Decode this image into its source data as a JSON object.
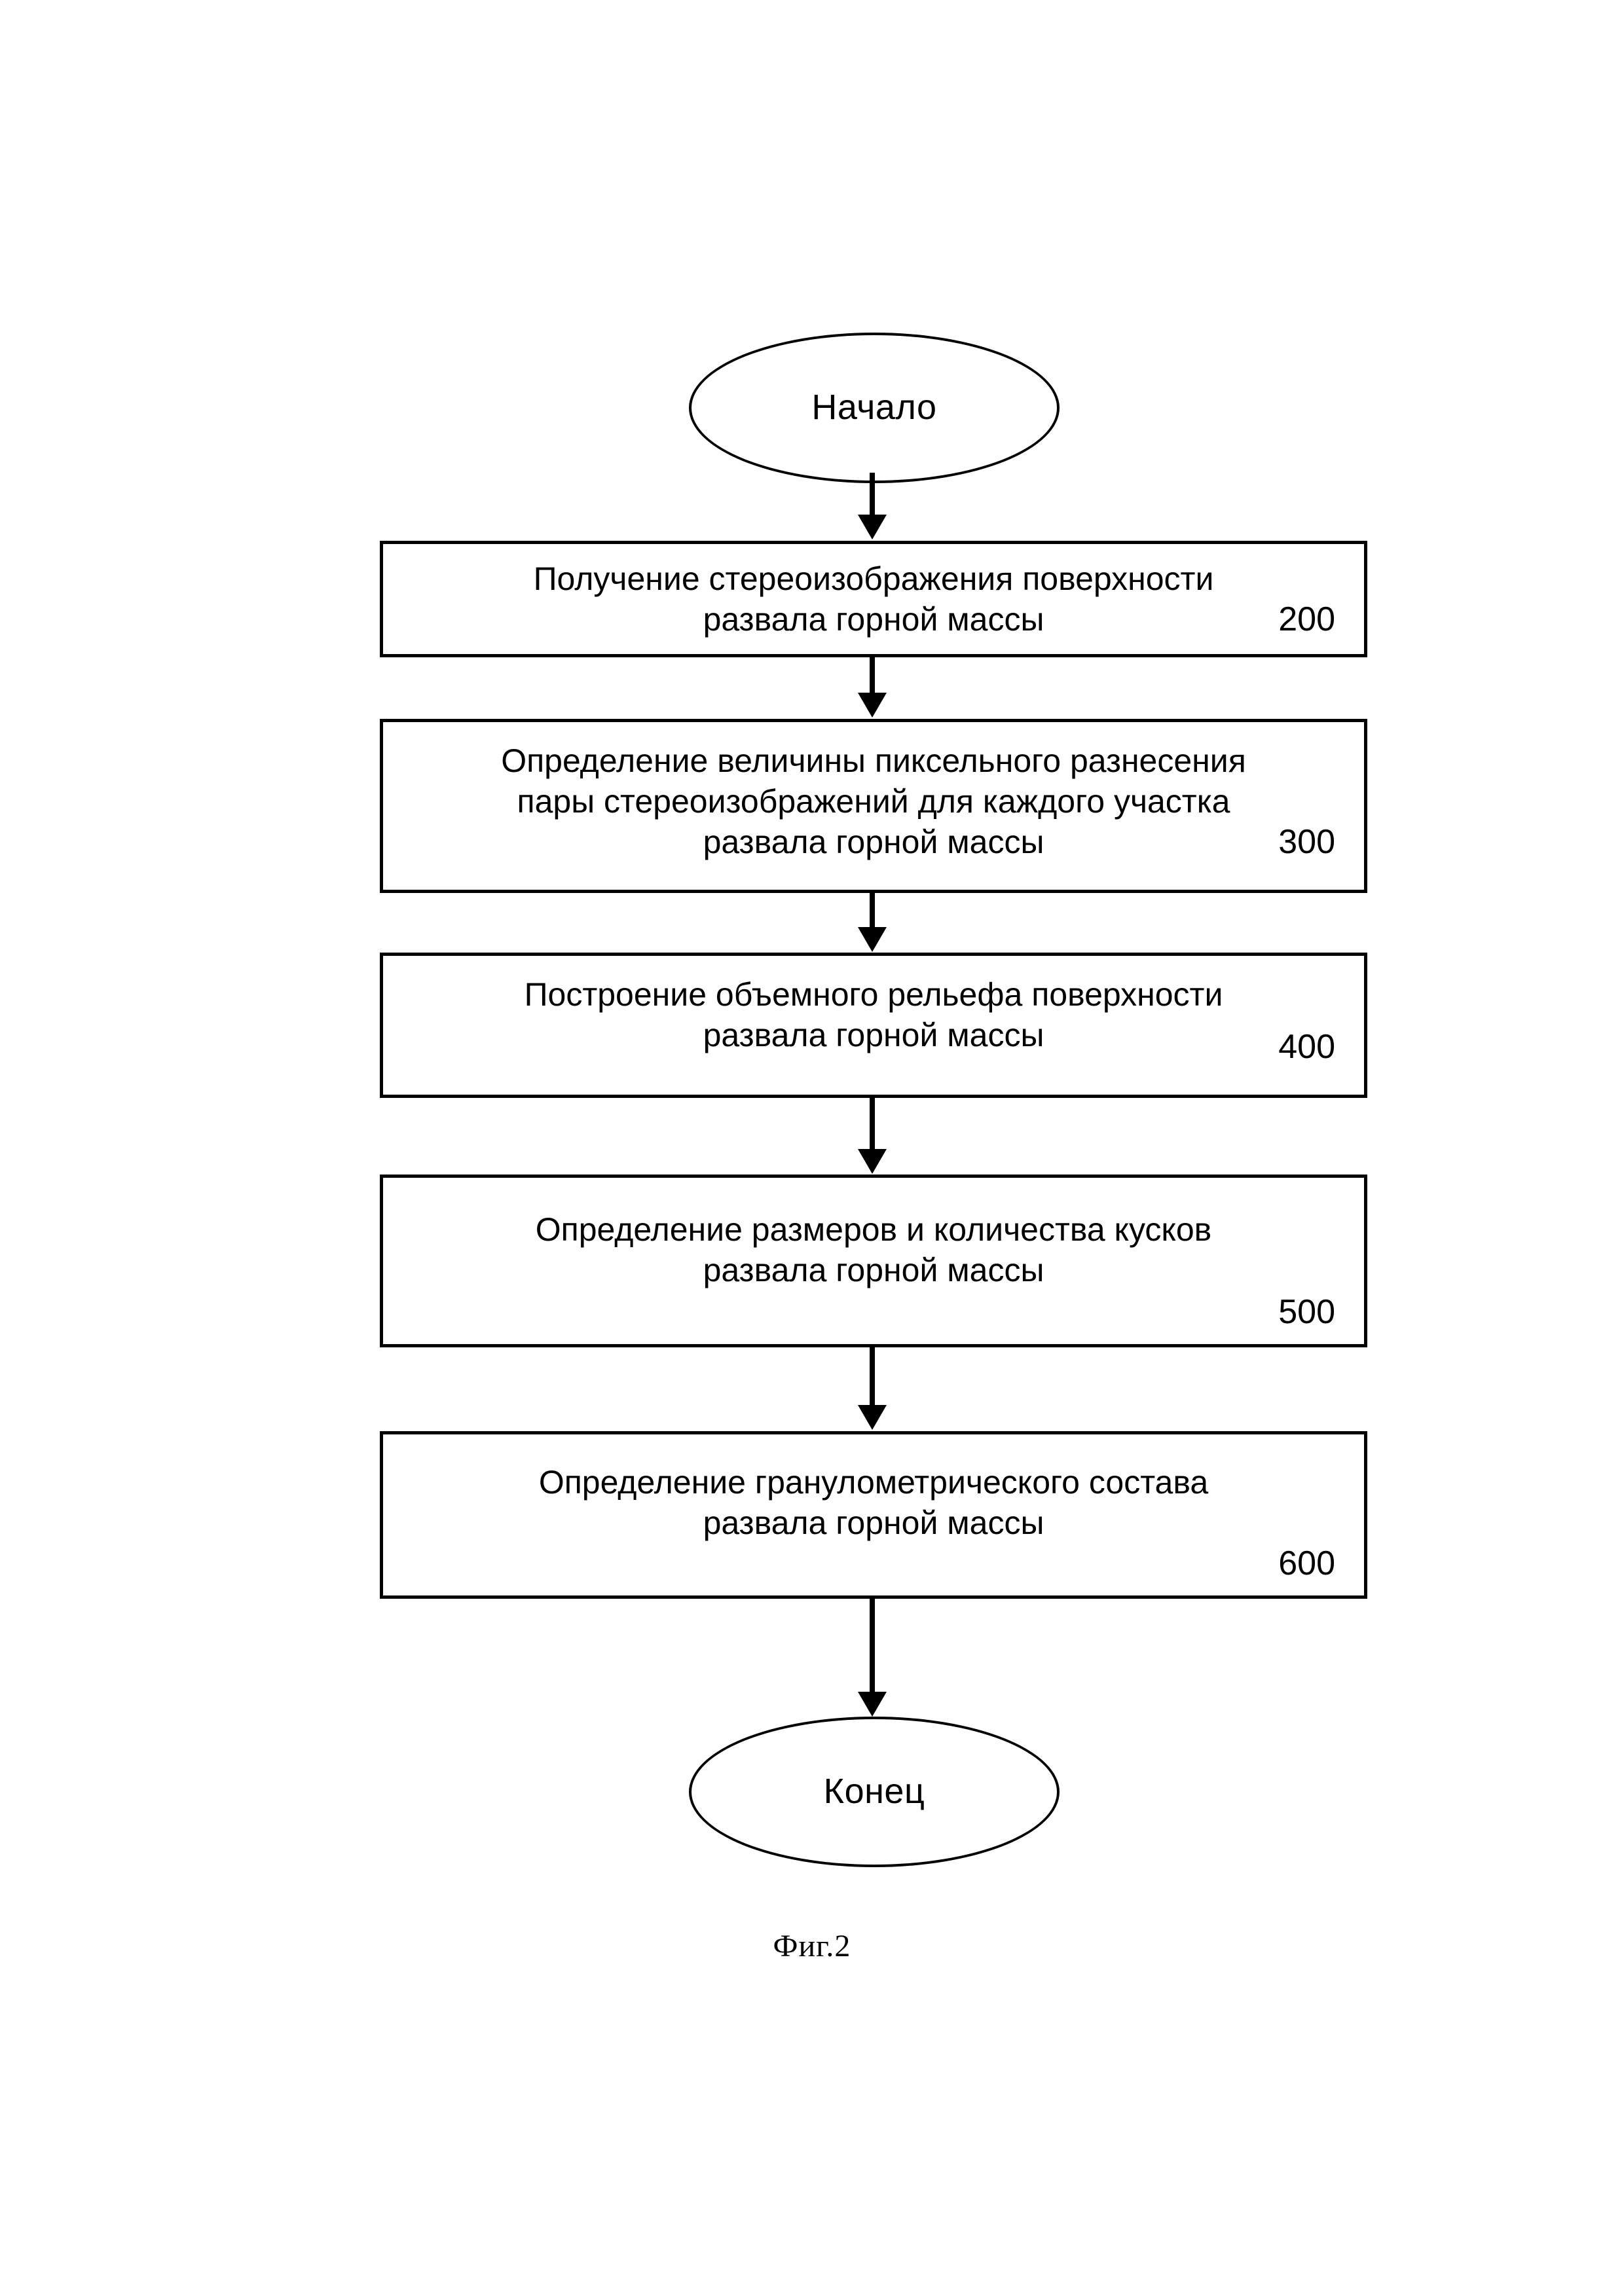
{
  "figure": {
    "caption": "Фиг.2",
    "line_color": "#000000",
    "background_color": "#ffffff"
  },
  "flowchart": {
    "type": "process-flow",
    "orientation": "vertical",
    "start": {
      "shape": "ellipse",
      "label": "Начало"
    },
    "end": {
      "shape": "ellipse",
      "label": "Конец"
    },
    "steps": [
      {
        "number": "200",
        "shape": "rectangle",
        "text": "Получение стереоизображения поверхности\nразвала горной массы"
      },
      {
        "number": "300",
        "shape": "rectangle",
        "text": "Определение величины пиксельного разнесения\nпары стереоизображений для каждого участка\nразвала горной массы"
      },
      {
        "number": "400",
        "shape": "rectangle",
        "text": "Построение объемного рельефа поверхности\nразвала горной массы"
      },
      {
        "number": "500",
        "shape": "rectangle",
        "text": "Определение размеров и количества кусков\nразвала горной массы"
      },
      {
        "number": "600",
        "shape": "rectangle",
        "text": "Определение гранулометрического состава\nразвала горной массы"
      }
    ],
    "connectors": [
      {
        "from": "start",
        "to": "200",
        "style": "arrow-down"
      },
      {
        "from": "200",
        "to": "300",
        "style": "arrow-down"
      },
      {
        "from": "300",
        "to": "400",
        "style": "arrow-down"
      },
      {
        "from": "400",
        "to": "500",
        "style": "arrow-down"
      },
      {
        "from": "500",
        "to": "600",
        "style": "arrow-down"
      },
      {
        "from": "600",
        "to": "end",
        "style": "arrow-down"
      }
    ]
  }
}
